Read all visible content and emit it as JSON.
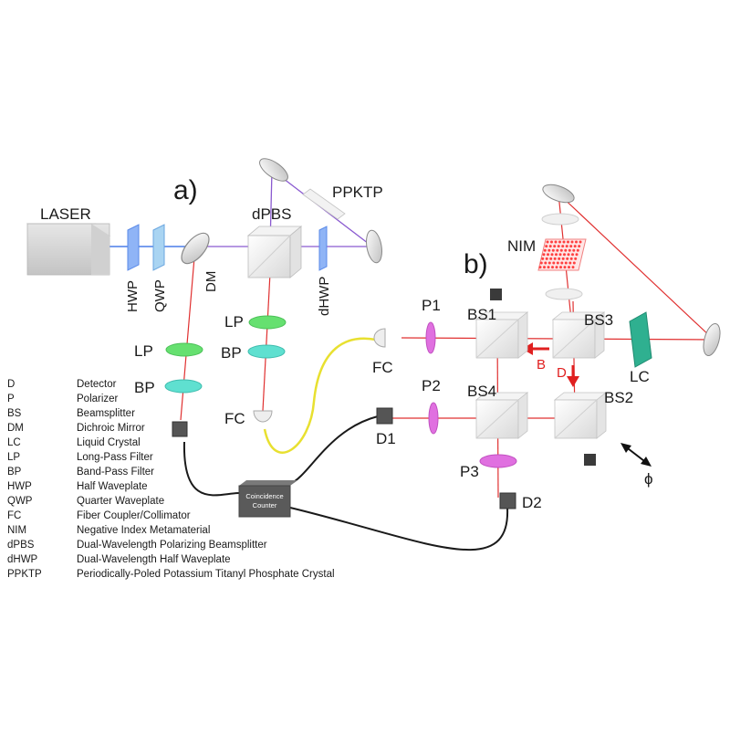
{
  "panels": {
    "a": "a)",
    "b": "b)"
  },
  "components": {
    "laser": "LASER",
    "hwp": "HWP",
    "qwp": "QWP",
    "dm": "DM",
    "dpbs": "dPBS",
    "ppktp": "PPKTP",
    "dhwp": "dHWP",
    "lp_left": "LP",
    "bp_left": "BP",
    "lp_mid": "LP",
    "bp_mid": "BP",
    "fc_mid": "FC",
    "fc_right": "FC",
    "p1": "P1",
    "p2": "P2",
    "p3": "P3",
    "bs1": "BS1",
    "bs2": "BS2",
    "bs3": "BS3",
    "bs4": "BS4",
    "lc": "LC",
    "nim": "NIM",
    "d1": "D1",
    "d2": "D2",
    "phi": "ϕ",
    "path_b": "B",
    "path_d": "D",
    "coincidence_counter": [
      "Coincidence",
      "Counter"
    ]
  },
  "legend": [
    {
      "abbr": "D",
      "desc": "Detector"
    },
    {
      "abbr": "P",
      "desc": "Polarizer"
    },
    {
      "abbr": "BS",
      "desc": "Beamsplitter"
    },
    {
      "abbr": "DM",
      "desc": "Dichroic Mirror"
    },
    {
      "abbr": "LC",
      "desc": "Liquid Crystal"
    },
    {
      "abbr": "LP",
      "desc": "Long-Pass Filter"
    },
    {
      "abbr": "BP",
      "desc": "Band-Pass Filter"
    },
    {
      "abbr": "HWP",
      "desc": "Half Waveplate"
    },
    {
      "abbr": "QWP",
      "desc": "Quarter Waveplate"
    },
    {
      "abbr": "FC",
      "desc": "Fiber Coupler/Collimator"
    },
    {
      "abbr": "NIM",
      "desc": "Negative Index Metamaterial"
    },
    {
      "abbr": "dPBS",
      "desc": "Dual-Wavelength Polarizing Beamsplitter"
    },
    {
      "abbr": "dHWP",
      "desc": "Dual-Wavelength Half Waveplate"
    },
    {
      "abbr": "PPKTP",
      "desc": "Periodically-Poled Potassium Titanyl Phosphate Crystal"
    }
  ],
  "colors": {
    "pump_beam": "#4a7de8",
    "photon_beam": "#e03030",
    "fiber": "#e8e030",
    "lp_filter": "#66e070",
    "bp_filter": "#5fe0d0",
    "polarizer": "#e070e0",
    "liquid_crystal": "#2fb090",
    "nim_array": "#ff4040",
    "cable": "#1a1a1a"
  }
}
